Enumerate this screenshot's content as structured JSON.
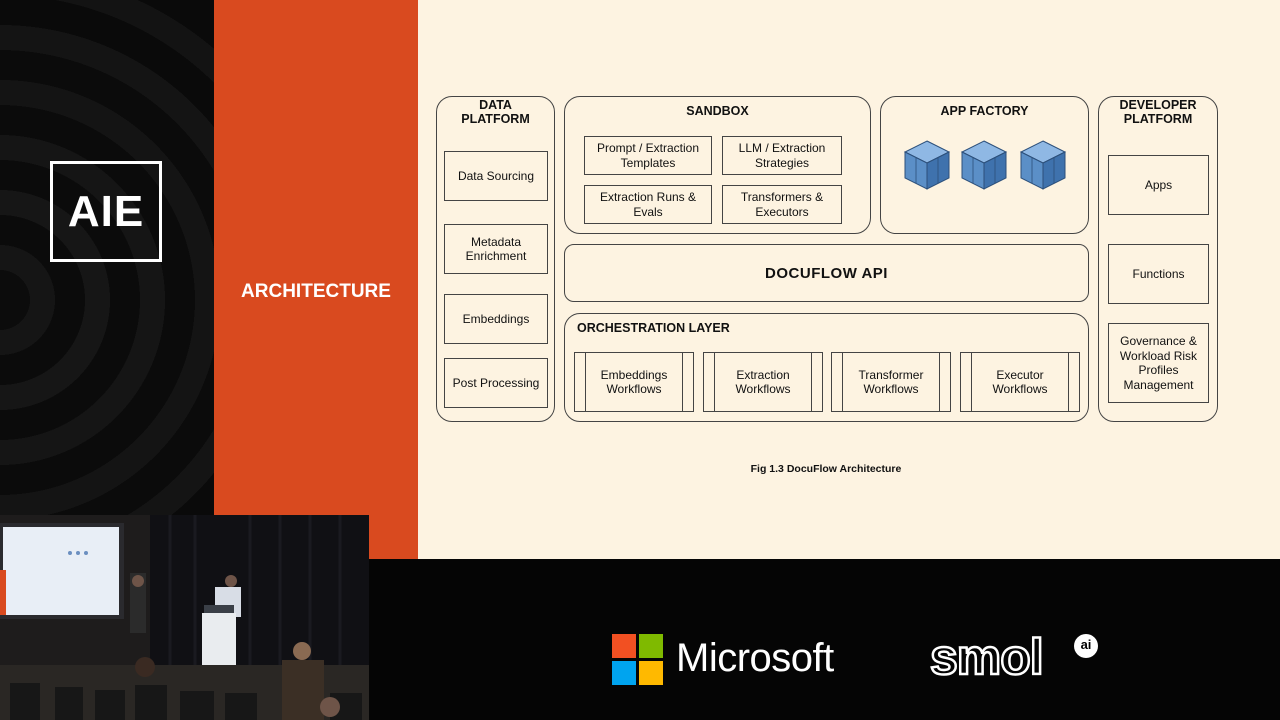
{
  "brand": {
    "logo_text": "AIE"
  },
  "section": {
    "title": "ARCHITECTURE"
  },
  "diagram": {
    "data_platform": {
      "title_line1": "DATA",
      "title_line2": "PLATFORM",
      "items": [
        "Data Sourcing",
        "Metadata\nEnrichment",
        "Embeddings",
        "Post Processing"
      ]
    },
    "sandbox": {
      "title": "SANDBOX",
      "items": [
        "Prompt / Extraction\nTemplates",
        "LLM / Extraction\nStrategies",
        "Extraction Runs &\nEvals",
        "Transformers &\nExecutors"
      ]
    },
    "app_factory": {
      "title": "APP FACTORY",
      "icon": "cube-icon"
    },
    "api": {
      "label": "DOCUFLOW API"
    },
    "orchestration": {
      "title": "ORCHESTRATION LAYER",
      "workflows": [
        "Embeddings\nWorkflows",
        "Extraction\nWorkflows",
        "Transformer\nWorkflows",
        "Executor\nWorkflows"
      ]
    },
    "developer_platform": {
      "title_line1": "DEVELOPER",
      "title_line2": "PLATFORM",
      "items": [
        "Apps",
        "Functions",
        "Governance &\nWorkload Risk\nProfiles\nManagement"
      ]
    },
    "caption": "Fig 1.3 DocuFlow  Architecture"
  },
  "sponsors": {
    "microsoft": "Microsoft",
    "smol": "smol",
    "smol_badge": "ai",
    "microsoft_colors": [
      "#f25022",
      "#7fba00",
      "#00a4ef",
      "#ffb900"
    ]
  },
  "colors": {
    "accent_orange": "#d94a1f",
    "slide_background": "#fdf3e1",
    "cube_blue": "#5b8fc7"
  }
}
